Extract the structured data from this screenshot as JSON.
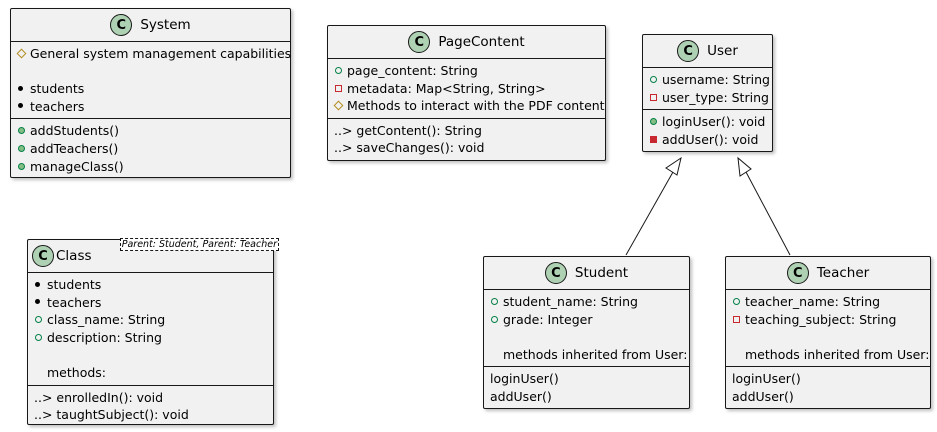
{
  "classes": {
    "system": {
      "name": "System",
      "badge": "C",
      "fields": [
        {
          "marker": "protected",
          "text": "General system management capabilities"
        },
        {
          "marker": "none",
          "text": ""
        },
        {
          "marker": "dot",
          "text": "students"
        },
        {
          "marker": "dot",
          "text": "teachers"
        }
      ],
      "methods": [
        {
          "marker": "public-filled",
          "text": "addStudents()"
        },
        {
          "marker": "public-filled",
          "text": "addTeachers()"
        },
        {
          "marker": "public-filled",
          "text": "manageClass()"
        }
      ]
    },
    "pagecontent": {
      "name": "PageContent",
      "badge": "C",
      "fields": [
        {
          "marker": "public",
          "text": "page_content: String"
        },
        {
          "marker": "private",
          "text": "metadata: Map<String, String>"
        },
        {
          "marker": "protected",
          "text": "Methods to interact with the PDF content"
        }
      ],
      "methods": [
        {
          "marker": "none",
          "text": "..> getContent(): String"
        },
        {
          "marker": "none",
          "text": "..> saveChanges(): void"
        }
      ]
    },
    "user": {
      "name": "User",
      "badge": "C",
      "fields": [
        {
          "marker": "public",
          "text": "username: String"
        },
        {
          "marker": "private",
          "text": "user_type: String"
        }
      ],
      "methods": [
        {
          "marker": "public-filled",
          "text": "loginUser(): void"
        },
        {
          "marker": "private-filled",
          "text": "addUser(): void"
        }
      ]
    },
    "class": {
      "name": "Class",
      "badge": "C",
      "stereotype": "Parent: Student, Parent: Teacher",
      "fields": [
        {
          "marker": "dot",
          "text": "students"
        },
        {
          "marker": "dot",
          "text": "teachers"
        },
        {
          "marker": "public",
          "text": "class_name: String"
        },
        {
          "marker": "public",
          "text": "description: String"
        },
        {
          "marker": "none",
          "text": ""
        },
        {
          "marker": "indent",
          "text": "methods:"
        }
      ],
      "methods": [
        {
          "marker": "none",
          "text": "..> enrolledIn(): void"
        },
        {
          "marker": "none",
          "text": "..> taughtSubject(): void"
        }
      ]
    },
    "student": {
      "name": "Student",
      "badge": "C",
      "fields": [
        {
          "marker": "public",
          "text": "student_name: String"
        },
        {
          "marker": "public",
          "text": "grade: Integer"
        },
        {
          "marker": "none",
          "text": ""
        },
        {
          "marker": "indent",
          "text": "methods inherited from User:"
        }
      ],
      "methods": [
        {
          "marker": "none",
          "text": "loginUser()"
        },
        {
          "marker": "none",
          "text": "addUser()"
        }
      ]
    },
    "teacher": {
      "name": "Teacher",
      "badge": "C",
      "fields": [
        {
          "marker": "public",
          "text": "teacher_name: String"
        },
        {
          "marker": "private",
          "text": "teaching_subject: String"
        },
        {
          "marker": "none",
          "text": ""
        },
        {
          "marker": "indent",
          "text": "methods inherited from User:"
        }
      ],
      "methods": [
        {
          "marker": "none",
          "text": "loginUser()"
        },
        {
          "marker": "none",
          "text": "addUser()"
        }
      ]
    }
  },
  "relations": [
    {
      "from": "student",
      "to": "user",
      "type": "inheritance"
    },
    {
      "from": "teacher",
      "to": "user",
      "type": "inheritance"
    }
  ]
}
